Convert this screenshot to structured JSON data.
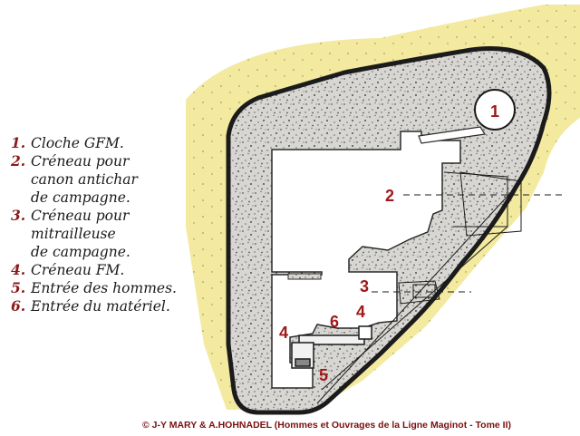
{
  "legend": [
    {
      "num": "1.",
      "text": "Cloche GFM."
    },
    {
      "num": "2.",
      "text": "Créneau pour\ncanon antichar\nde campagne."
    },
    {
      "num": "3.",
      "text": "Créneau pour\nmitrailleuse\nde campagne."
    },
    {
      "num": "4.",
      "text": "Créneau FM."
    },
    {
      "num": "5.",
      "text": "Entrée des hommes."
    },
    {
      "num": "6.",
      "text": "Entrée du matériel."
    }
  ],
  "callouts": [
    "1",
    "2",
    "3",
    "4",
    "4",
    "5",
    "6"
  ],
  "credit": "© J-Y MARY & A.HOHNADEL (Hommes et Ouvrages de la Ligne Maginot - Tome II)",
  "colors": {
    "earth": "#f3eaa0",
    "concrete": "#d8d6d2",
    "outline": "#1b1b1b",
    "accent": "#8b1a1a"
  }
}
